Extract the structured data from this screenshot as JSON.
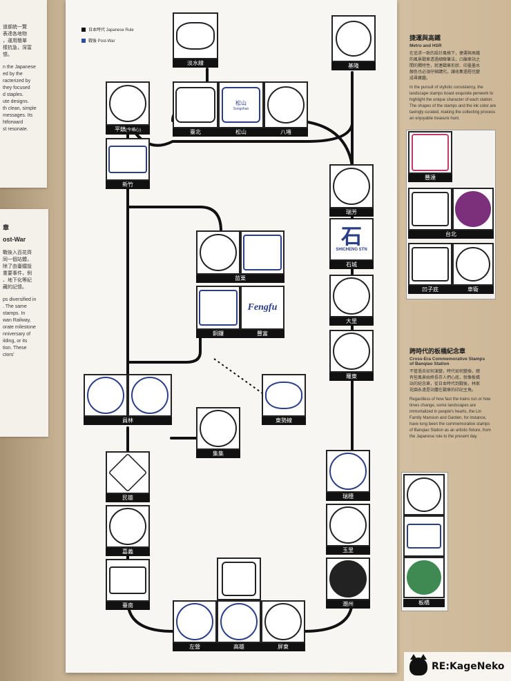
{
  "left_panel": {
    "card1_texts": [
      "道部統一覽",
      "表達各地物",
      "，運用簡單",
      "樣抗急，深富",
      "憶。",
      "n the Japanese",
      "ed by the",
      "racterized by",
      "they focused",
      "d staples.",
      "ute designs.",
      "th clean, simple",
      "messages. Its",
      "htforward",
      "st resonate."
    ],
    "card2_heading": "章",
    "card2_heading2": "ost-War",
    "card2_texts": [
      "戰後入百花齊",
      "同一個站體，",
      "除了由臺鐵設",
      "重要事件，例",
      "、地下化等紀",
      "藏的記憶。",
      "ps diversified in",
      ". The same",
      "stamps. In",
      "wan Railway,",
      "orate milestone",
      "nniversary of",
      "ilding, or its",
      "tion. These",
      "ctors'"
    ]
  },
  "legend": {
    "japanese_rule": "日本時代 Japanese Rule",
    "post_war": "戰後 Post-War",
    "japanese_color": "#111111",
    "post_war_color": "#2a4d9a"
  },
  "stations": {
    "tamsui": "淡水線",
    "keelung": "基隆",
    "pingzhen": "平鎮",
    "pingzhen_note": "(今埔心)",
    "taipei": "臺北",
    "songshan": "松山",
    "bajiao": "八堵",
    "hsinchu": "新竹",
    "ruifang": "瑞芳",
    "shicheng": "石城",
    "dali": "大里",
    "luodong": "羅東",
    "miaoli": "苗栗",
    "tongluo": "銅鑼",
    "fengfu": "豐富",
    "yuanlin": "員林",
    "dongshi": "東勢線",
    "jiji": "集集",
    "minxiong": "民雄",
    "jiayi": "嘉義",
    "tainan": "臺南",
    "ruisui": "瑞穗",
    "yuli": "玉里",
    "chaozhou": "潮州",
    "zuoying": "左營",
    "kaohsiung": "高雄",
    "pingtung": "屏東"
  },
  "stamp_text": {
    "songshan": "松山",
    "songshan_en": "Songshan",
    "fenglu": "Fengfu",
    "shicheng_char": "石",
    "shicheng_en": "SHICHENG STN"
  },
  "metro": {
    "title": "捷運與高鐵",
    "subtitle": "Metro and HSR",
    "zh": "在追求一致的設計風格下，捷運與高鐵\n的風景戳章透過細緻筆法，凸顯車站之\n間的獨特性，就連戳章形狀、印臺墨水\n顏色也必須仔細講究，讓收集過程也變\n成尋寶趣。",
    "en": "In the pursuit of stylistic consistency, the\nlandscape stamps boast exquisite penwork to\nhighlight the unique character of each station.\nThe shapes of the stamps and the ink color are\ntaxingly curated, making the collecting process\nan enjoyable treasure hunt.",
    "stations": [
      "豐達",
      "台北",
      "凹子底",
      "車衛"
    ]
  },
  "banqiao": {
    "title": "跨時代的板橋紀念章",
    "subtitle": "Cross-Era Commemorative Stamps\nof Banqiao Station",
    "zh": "不管過去如何演變，時代如何變換，總\n有些風景始終長存人們心底，就像板橋\n站的紀念章，從日本時代到戰後，林家\n花園永遠是站體在戳章的印記主角。",
    "en": "Regardless of how fast the trains run or how\ntimes change, some landscapes are\nimmortalized in people's hearts, the Lin\nFamily Mansion and Garden, for instance,\nhave long been the commemorative stamps\nof Banqiao Station as an artistic fixture, from\nthe Japanese rule to the present day.",
    "label": "板橋"
  },
  "watermark": "RE:KageNeko"
}
